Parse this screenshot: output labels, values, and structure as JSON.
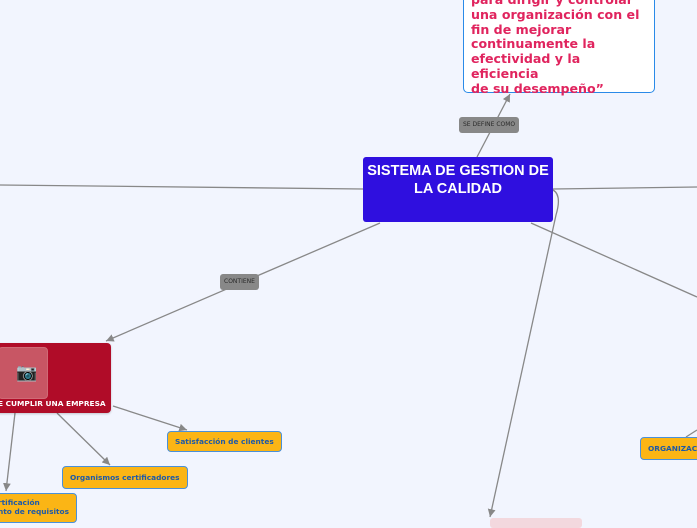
{
  "central": {
    "title": "SISTEMA DE GESTION DE LA CALIDAD"
  },
  "definition": {
    "text": "para dirigir y controlar\nuna organización con el\nfin de mejorar\ncontinuamente la\nefectividad y la eficiencia\nde su desempeño”"
  },
  "connectors": {
    "defines": "SE DEFINE COMO",
    "contains": "CONTIENE"
  },
  "requirements_node": {
    "label": "E CUMPLIR UNA EMPRESA",
    "image_icon": "camera-icon"
  },
  "children": {
    "satisfaction": "Satisfacción de clientes",
    "certifiers": "Organismos certificadores",
    "certification_line1": "rtificación",
    "certification_line2": "nto de requisitos"
  },
  "right_node": {
    "label": "ORGANIZAC"
  },
  "colors": {
    "central": "#2f0fdf",
    "red_node": "#b00c28",
    "yellow_node": "#fbb515",
    "definition_text": "#e0245e"
  }
}
